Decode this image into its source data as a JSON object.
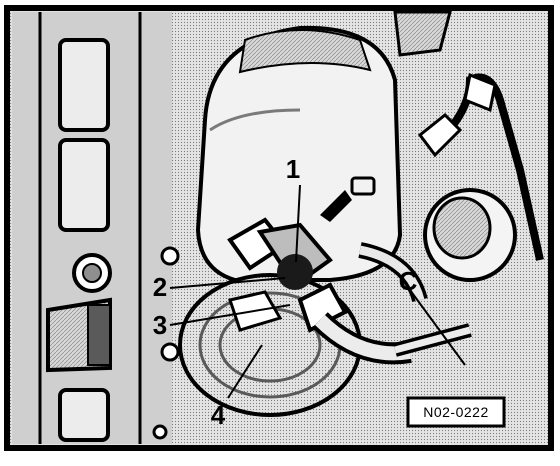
{
  "figure": {
    "callouts": [
      {
        "id": "1",
        "label": "1"
      },
      {
        "id": "2",
        "label": "2"
      },
      {
        "id": "3",
        "label": "3"
      },
      {
        "id": "4",
        "label": "4"
      },
      {
        "id": "c",
        "label": "C"
      }
    ],
    "reference_code": "N02-0222",
    "colors": {
      "ink": "#000000",
      "paper": "#ffffff",
      "shade": "#9a9a9a",
      "light_shade": "#d4d4d4"
    }
  }
}
